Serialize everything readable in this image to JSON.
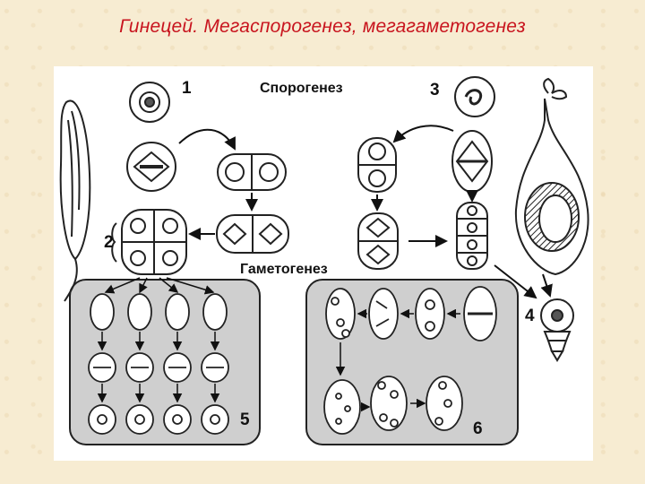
{
  "slide": {
    "title": "Гинецей. Мегаспорогенез, мегагаметогенез"
  },
  "diagram": {
    "heading_sporogenesis": "Спорогенез",
    "heading_gametogenesis": "Гаметогенез",
    "stage_labels": [
      "1",
      "2",
      "3",
      "4",
      "5",
      "6"
    ]
  },
  "colors": {
    "title": "#c8141e",
    "background": "#f7ecd2",
    "panel": "#cfcfcf",
    "ink": "#111111"
  }
}
